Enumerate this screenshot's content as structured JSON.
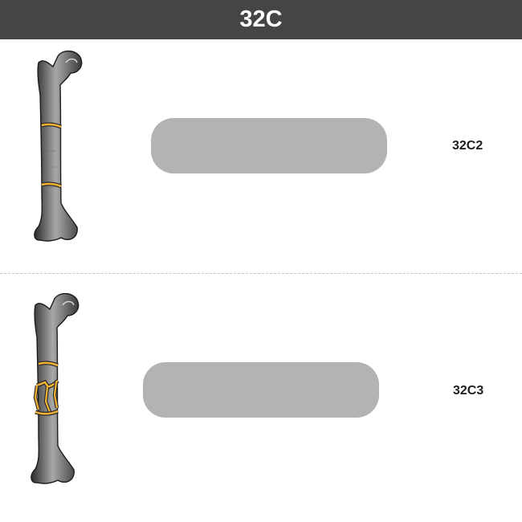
{
  "title": "32C",
  "colors": {
    "header_bg": "#454545",
    "answer_pill": "#b3b3b3",
    "fracture_line": "#f2b233",
    "bone_dark": "#2f2f2f",
    "bone_light": "#9a9a9a"
  },
  "rows": [
    {
      "code": "32C2",
      "icon": "femur-segmental-fracture-icon"
    },
    {
      "code": "32C3",
      "icon": "femur-irregular-fracture-icon"
    }
  ]
}
